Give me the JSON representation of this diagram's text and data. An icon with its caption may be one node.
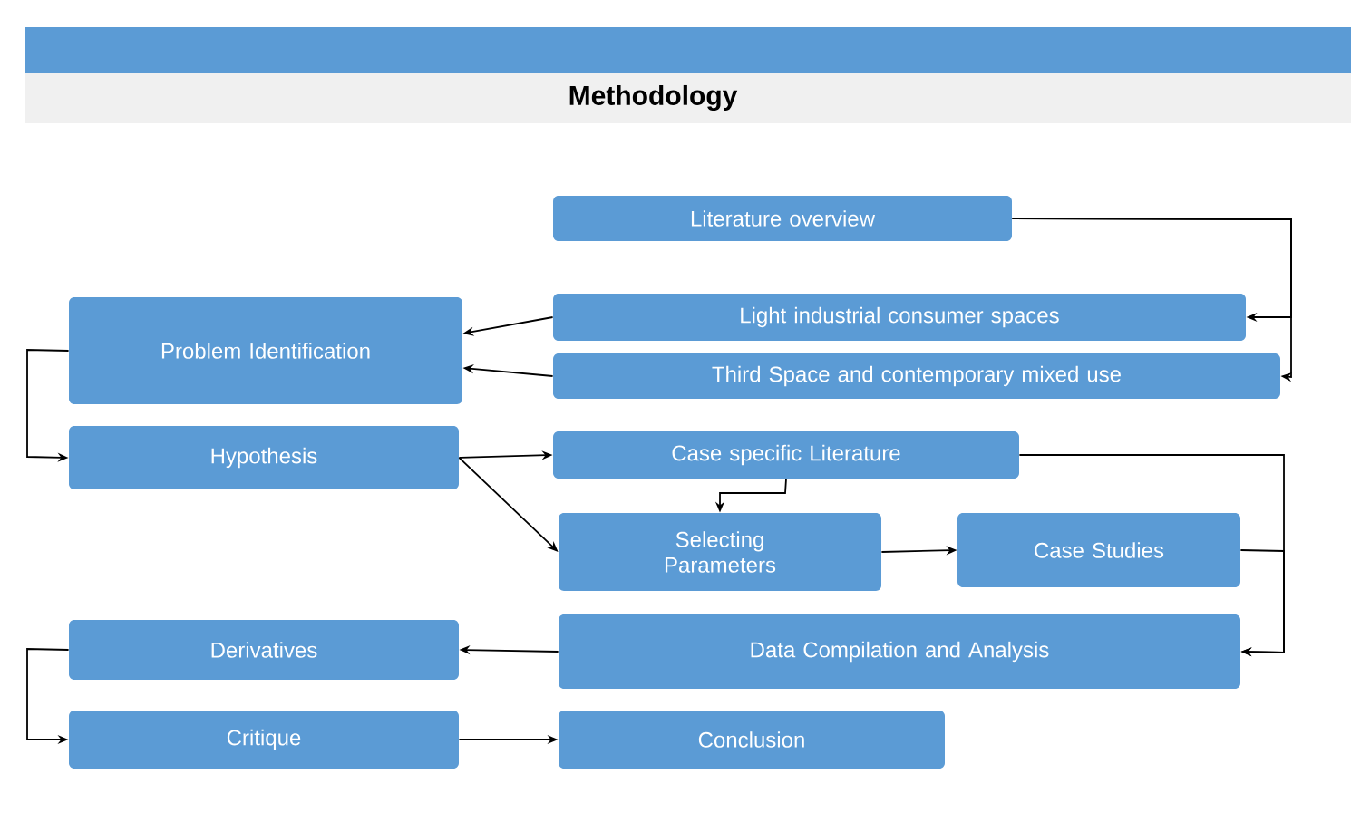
{
  "diagram": {
    "title": "Methodology",
    "nodes": [
      {
        "text": [
          "Literature overview"
        ]
      },
      {
        "text": [
          "Light industrial consumer spaces"
        ]
      },
      {
        "text": [
          "Third Space and contemporary mixed use"
        ]
      },
      {
        "text": [
          "Problem Identification"
        ]
      },
      {
        "text": [
          "Hypothesis"
        ]
      },
      {
        "text": [
          "Case specific Literature"
        ]
      },
      {
        "text": [
          "Selecting Parameters"
        ]
      },
      {
        "text": [
          "Case Studies"
        ]
      },
      {
        "text": [
          "Data Compilation and Analysis"
        ]
      },
      {
        "text": [
          "Derivatives"
        ]
      },
      {
        "text": [
          "Critique"
        ]
      },
      {
        "text": [
          "Conclusion"
        ]
      }
    ],
    "edges": [
      {
        "from": 0,
        "to": 1,
        "arrow": "to"
      },
      {
        "from": 0,
        "to": 2,
        "arrow": "to"
      },
      {
        "from": 1,
        "to": 3,
        "arrow": "to"
      },
      {
        "from": 2,
        "to": 3,
        "arrow": "to"
      },
      {
        "from": 3,
        "to": 4,
        "arrow": "to"
      },
      {
        "from": 4,
        "to": 5,
        "arrow": "to"
      },
      {
        "from": 4,
        "to": 6,
        "arrow": "to"
      },
      {
        "from": 5,
        "to": 6,
        "arrow": "to"
      },
      {
        "from": 6,
        "to": 7,
        "arrow": "to"
      },
      {
        "from": 5,
        "to": 8,
        "arrow": "to"
      },
      {
        "from": 7,
        "to": 8,
        "arrow": "to"
      },
      {
        "from": 8,
        "to": 9,
        "arrow": "to"
      },
      {
        "from": 9,
        "to": 10,
        "arrow": "to"
      },
      {
        "from": 10,
        "to": 11,
        "arrow": "to"
      }
    ]
  }
}
